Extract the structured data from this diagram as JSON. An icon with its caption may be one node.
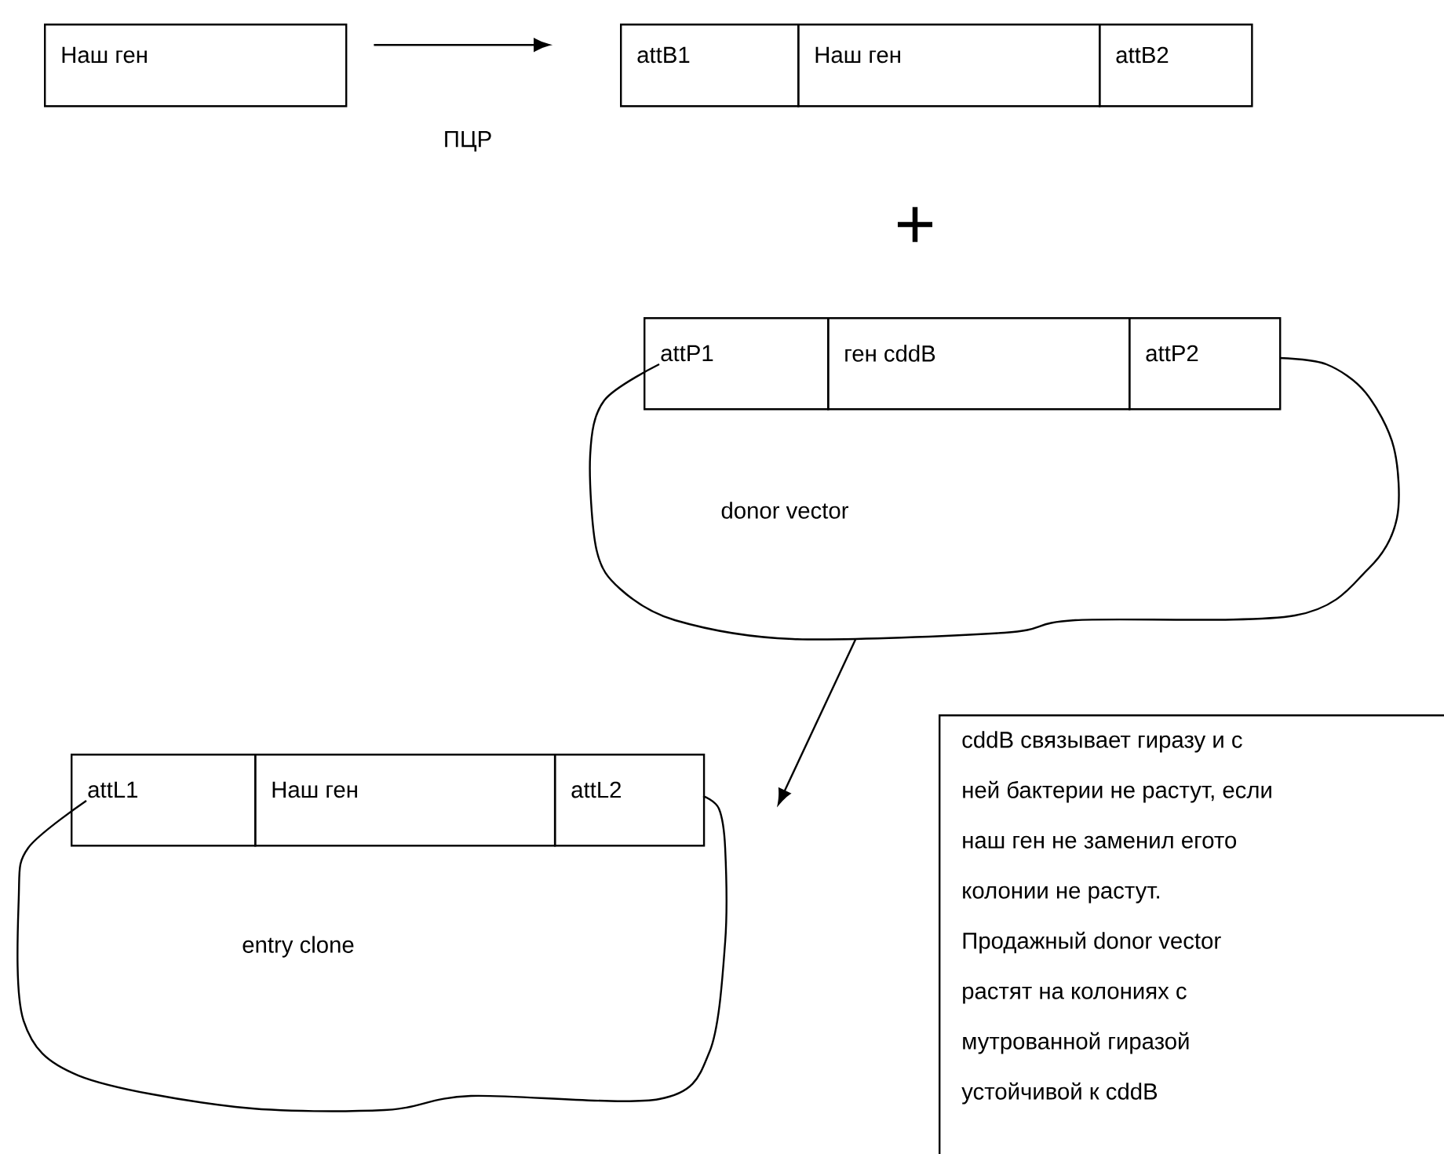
{
  "diagram": {
    "nodes": [
      {
        "text": [
          "Наш ген"
        ]
      },
      {
        "text": [
          "attB1"
        ]
      },
      {
        "text": [
          "Наш ген"
        ]
      },
      {
        "text": [
          "attB2"
        ]
      },
      {
        "text": [
          "donor vector"
        ]
      },
      {
        "text": [
          "attP1"
        ]
      },
      {
        "text": [
          "ген cddB"
        ]
      },
      {
        "text": [
          "attP2"
        ]
      },
      {
        "text": [
          "entry clone"
        ]
      },
      {
        "text": [
          "attL1"
        ]
      },
      {
        "text": [
          "Наш ген"
        ]
      },
      {
        "text": [
          "attL2"
        ]
      },
      {
        "text": [
          "cddB связывает гиразу и с ней бактерии не растут, если наш ген не заменил егото колонии не растут. Продажный donor vector растят на колониях с мутрованной гиразой устойчивой к cddB"
        ]
      }
    ],
    "edges": [
      {
        "from": 0,
        "to": 1,
        "arrow": "to",
        "label": "ПЦР"
      },
      {
        "from": 4,
        "to": 8,
        "arrow": "to"
      }
    ],
    "labels": [
      "+"
    ]
  }
}
